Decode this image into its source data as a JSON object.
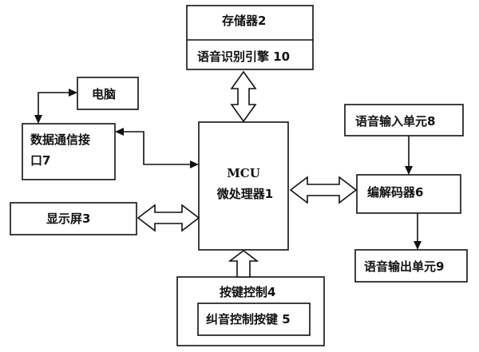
{
  "blocks": {
    "memory": "存储器2",
    "speech_engine": "语音识别引擎 10",
    "computer": "电脑",
    "data_interface_line1": "数据通信接",
    "data_interface_line2": "口7",
    "mcu_line1": "MCU",
    "mcu_line2": "微处理器1",
    "speech_input": "语音输入单元8",
    "codec": "编解码器6",
    "display": "显示屏3",
    "speech_output": "语音输出单元9",
    "key_control": "按键控制4",
    "correction_key": "纠音控制按键 5"
  }
}
